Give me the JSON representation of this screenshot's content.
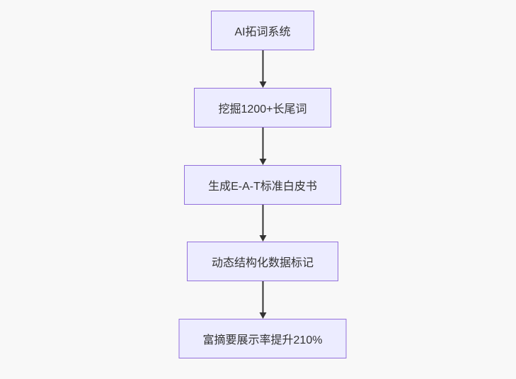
{
  "diagram": {
    "type": "flowchart",
    "direction": "top-down",
    "nodes": [
      {
        "id": "n1",
        "label": "AI拓词系统"
      },
      {
        "id": "n2",
        "label": "挖掘1200+长尾词"
      },
      {
        "id": "n3",
        "label": "生成E-A-T标准白皮书"
      },
      {
        "id": "n4",
        "label": "动态结构化数据标记"
      },
      {
        "id": "n5",
        "label": "富摘要展示率提升210%"
      }
    ],
    "edges": [
      {
        "from": "n1",
        "to": "n2"
      },
      {
        "from": "n2",
        "to": "n3"
      },
      {
        "from": "n3",
        "to": "n4"
      },
      {
        "from": "n4",
        "to": "n5"
      }
    ],
    "colors": {
      "background": "#f8f8f8",
      "node_fill": "#ECECFF",
      "node_border": "#9370DB",
      "text": "#333333",
      "arrow": "#333333"
    }
  }
}
